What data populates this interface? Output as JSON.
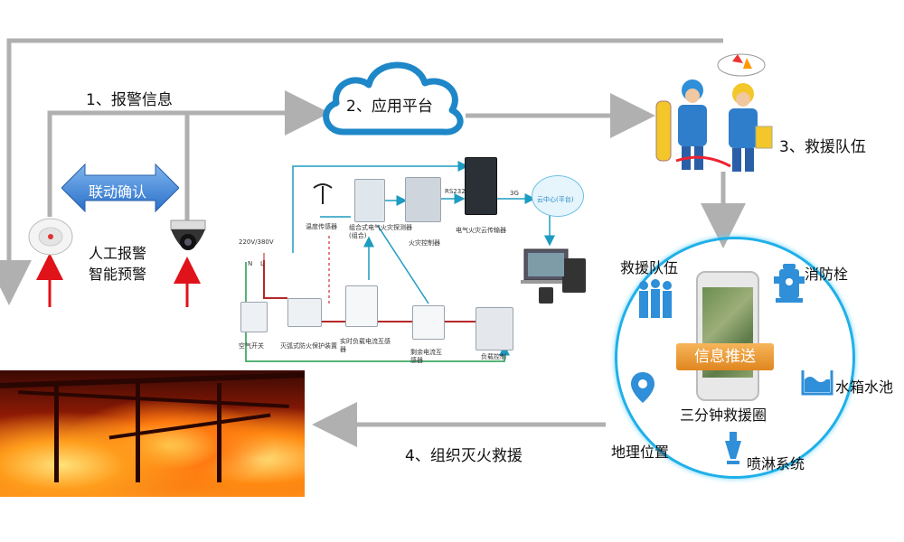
{
  "colors": {
    "arrow_gray": "#b0b0b0",
    "cloud_blue": "#1e87c8",
    "accent_blue": "#2f8fd8",
    "alert_red": "#e0121a",
    "orange": "#e0861f"
  },
  "steps": {
    "alarm": "1、报警信息",
    "platform": "2、应用平台",
    "rescue_team": "3、救援队伍",
    "extinguish": "4、组织灭火救援"
  },
  "linkage_label": "联动确认",
  "devices_caption": [
    "人工报警",
    "智能预警"
  ],
  "circle": {
    "title": "三分钟救援圈",
    "push_label": "信息推送",
    "items": [
      "救援队伍",
      "消防栓",
      "水箱水池",
      "喷淋系统",
      "地理位置"
    ]
  },
  "schematic": {
    "voltage": "220V/380V",
    "n": "N",
    "l": "L",
    "air_switch": "空气开关",
    "arc_protector": "灭弧式防火保护装置",
    "temp_sensor": "温度传感器",
    "combo_detector": "组合式电气火灾探测器(组合)",
    "fire_controller": "火灾控制器",
    "rs232": "RS232",
    "cloud_transmitter": "电气火灾云传输器",
    "g3": "3G",
    "cloud_center": "云中心(平台)",
    "load_current": "实时负载电流互感器",
    "residual_current": "剩余电流互感器",
    "load_control": "负载控制"
  },
  "icons": [
    "smoke-detector-icon",
    "dome-camera-icon",
    "cloud-icon",
    "firefighters-icon",
    "phone-icon",
    "fire-image"
  ]
}
